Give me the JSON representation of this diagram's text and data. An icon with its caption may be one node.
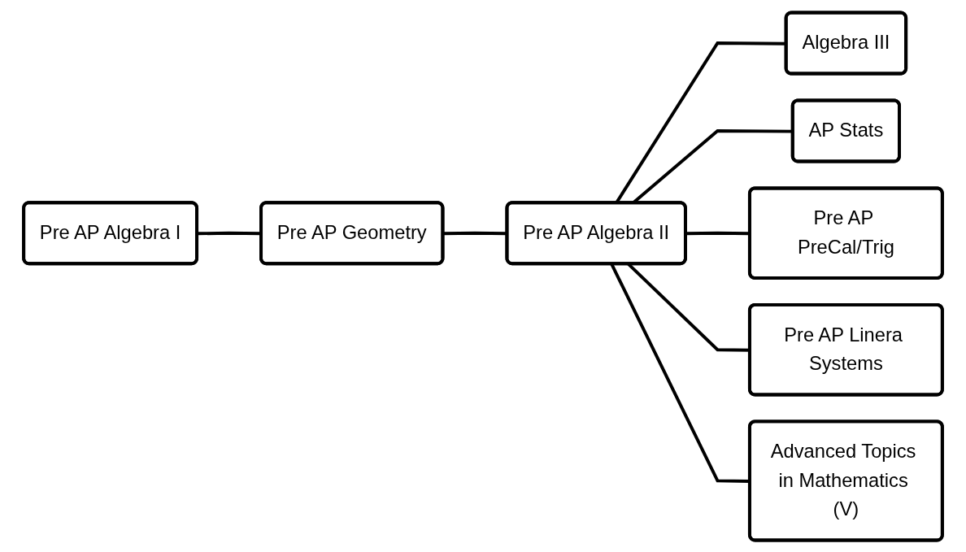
{
  "diagram": {
    "nodes": [
      {
        "text": [
          "Pre AP Algebra I"
        ]
      },
      {
        "text": [
          "Pre AP Geometry"
        ]
      },
      {
        "text": [
          "Pre AP Algebra II"
        ]
      },
      {
        "text": [
          "Algebra III"
        ]
      },
      {
        "text": [
          "AP Stats"
        ]
      },
      {
        "text": [
          "Pre AP PreCal/Trig"
        ]
      },
      {
        "text": [
          "Pre AP Linera Systems"
        ]
      },
      {
        "text": [
          "Advanced Topics in Mathematics (V)"
        ]
      }
    ],
    "edges": [
      {
        "from": 0,
        "to": 1,
        "arrow": "none"
      },
      {
        "from": 1,
        "to": 2,
        "arrow": "none"
      },
      {
        "from": 2,
        "to": 3,
        "arrow": "none"
      },
      {
        "from": 2,
        "to": 4,
        "arrow": "none"
      },
      {
        "from": 2,
        "to": 5,
        "arrow": "none"
      },
      {
        "from": 2,
        "to": 6,
        "arrow": "none"
      },
      {
        "from": 2,
        "to": 7,
        "arrow": "none"
      }
    ]
  }
}
